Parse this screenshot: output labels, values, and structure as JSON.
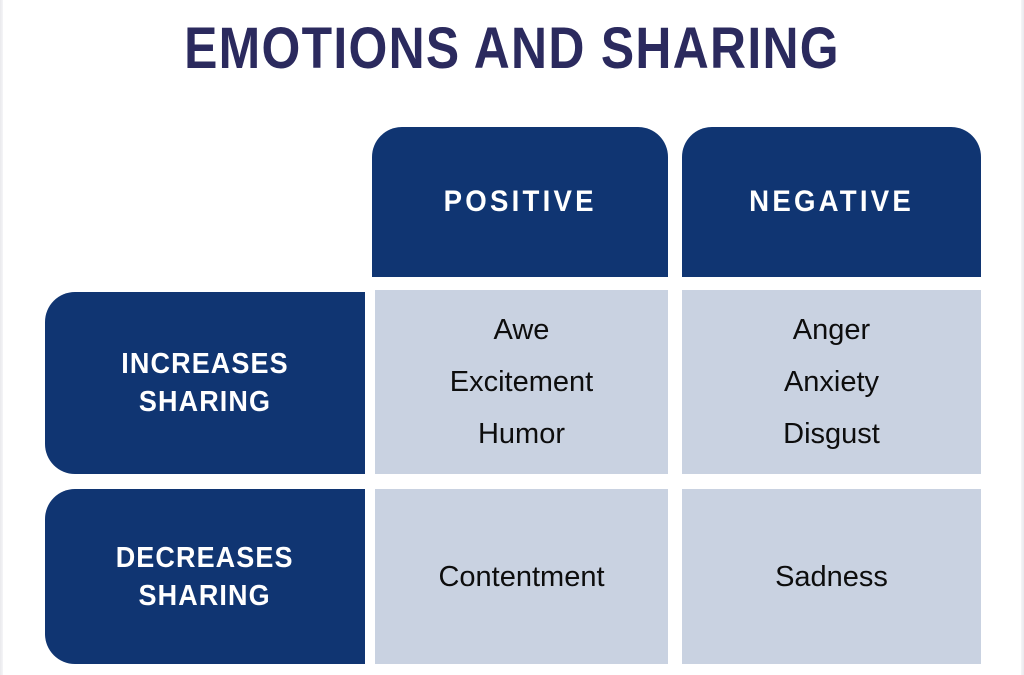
{
  "page": {
    "title": "EMOTIONS AND SHARING",
    "background_color": "#ffffff",
    "accent_navy": "#103572",
    "title_color": "#2b2a5e",
    "cell_color": "#c9d2e1",
    "cell_text_color": "#0d0d0d"
  },
  "matrix": {
    "columns": [
      {
        "id": "positive",
        "label": "POSITIVE"
      },
      {
        "id": "negative",
        "label": "NEGATIVE"
      }
    ],
    "rows": [
      {
        "id": "increases-sharing",
        "label": "INCREASES\nSHARING",
        "label_line1": "INCREASES",
        "label_line2": "SHARING",
        "cells": {
          "positive": [
            "Awe",
            "Excitement",
            "Humor"
          ],
          "negative": [
            "Anger",
            "Anxiety",
            "Disgust"
          ]
        }
      },
      {
        "id": "decreases-sharing",
        "label": "DECREASES\nSHARING",
        "label_line1": "DECREASES",
        "label_line2": "SHARING",
        "cells": {
          "positive": [
            "Contentment"
          ],
          "negative": [
            "Sadness"
          ]
        }
      }
    ]
  }
}
